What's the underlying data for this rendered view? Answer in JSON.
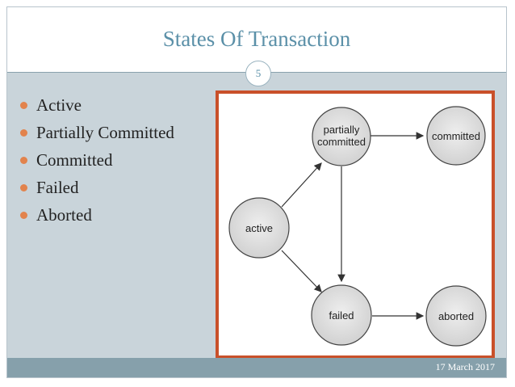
{
  "title": "States Of Transaction",
  "slide_number": "5",
  "bullets": [
    "Active",
    "Partially Committed",
    "Committed",
    "Failed",
    "Aborted"
  ],
  "diagram": {
    "nodes": {
      "partially_committed": [
        "partially",
        "committed"
      ],
      "committed": "committed",
      "active": "active",
      "failed": "failed",
      "aborted": "aborted"
    }
  },
  "footer": {
    "date": "17 March 2017"
  },
  "colors": {
    "title": "#5b90a8",
    "bullet": "#e2834d",
    "frame": "#c9502a",
    "background": "#c9d4da"
  }
}
